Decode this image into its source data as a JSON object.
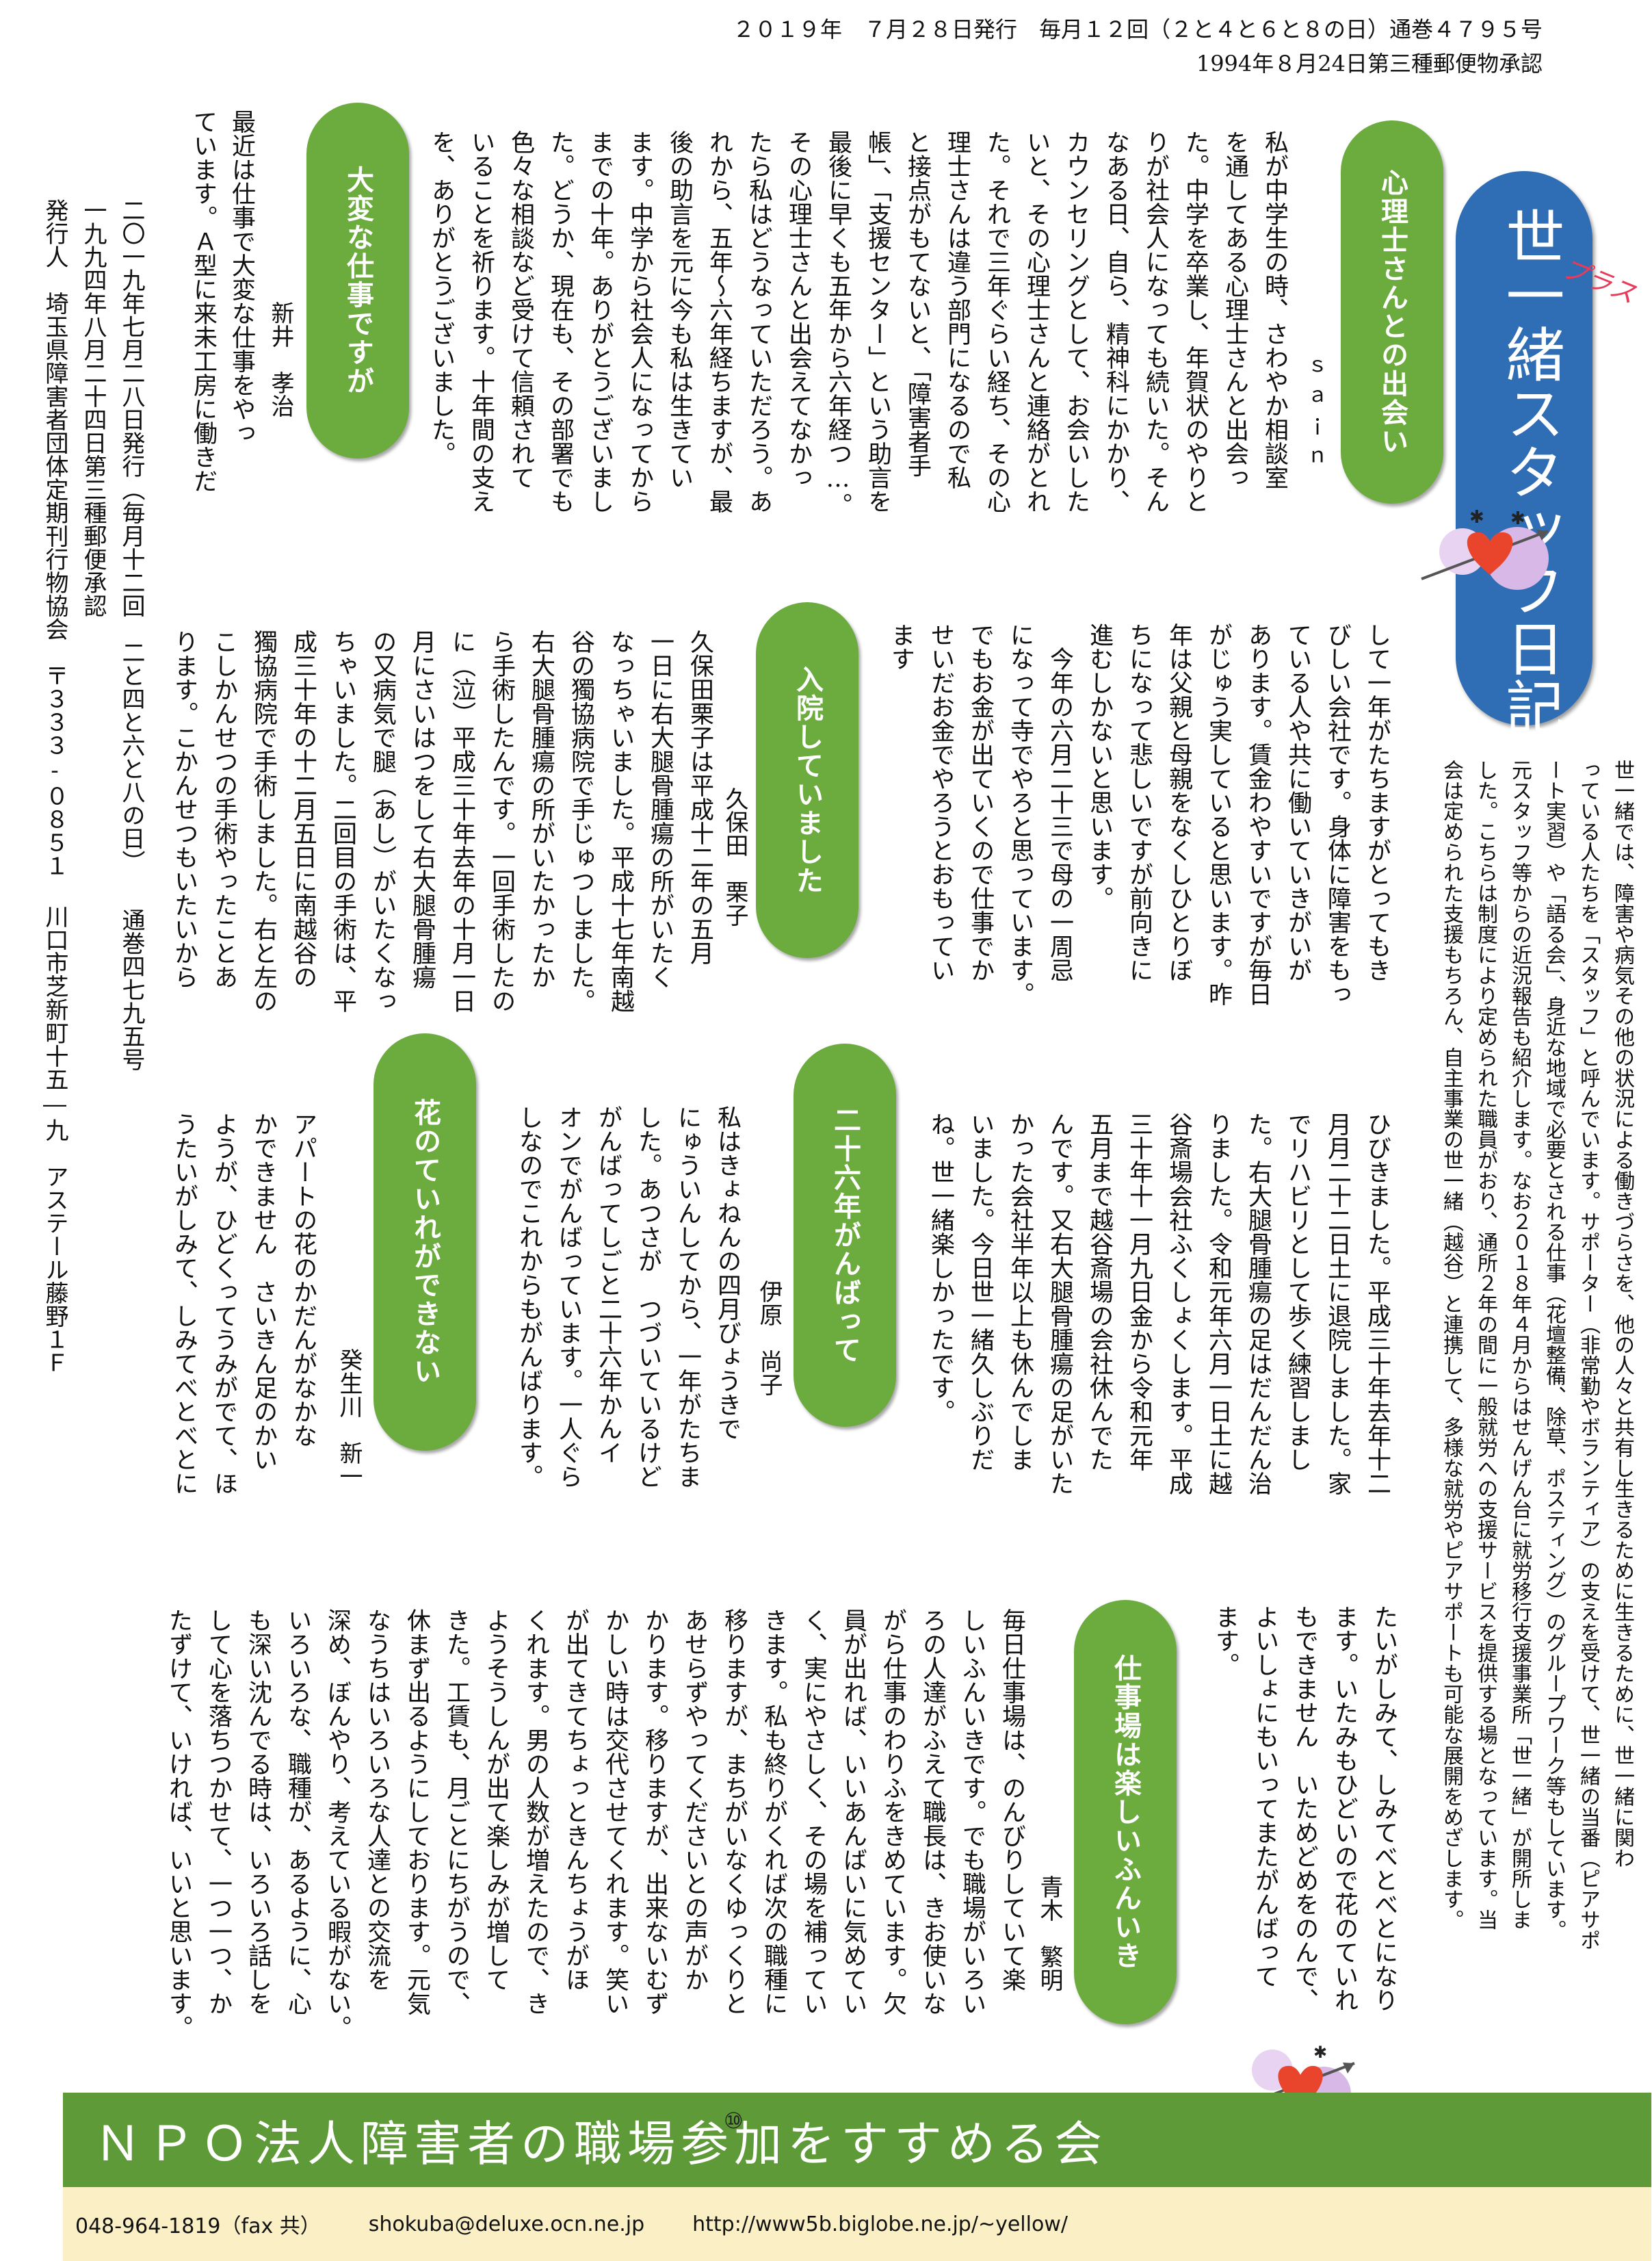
{
  "header": {
    "line1": "２０１９年　７月２８日発行　毎月１２回（２と４と６と８の日）通巻４７９５号",
    "line2": "1994年８月24日第三種郵便物承認"
  },
  "masthead": {
    "title": "世一緒スタッフ日記",
    "plus": "プラス",
    "bg": "#2f6eb5"
  },
  "intro": {
    "columns": [
      "世一緒では、障害や病気その他の状況による働きづらさを、他の人々と共有し生きるために生きるために、世一緒に関わ",
      "っている人たちを「スタッフ」と呼んでいます。サポーター（非常勤やボランティア）の支えを受けて、世一緒の当番（ピアサポ",
      "ート実習）や「語る会」、身近な地域で必要とされる仕事（花壇整備、除草、ポスティング）のグループワーク等もしています。",
      "元スタッフ等からの近況報告も紹介します。なお２０１８年４月からはせんげん台に就労移行支援事業所「世一緒」が開所しま",
      "した。こちらは制度により定められた職員がおり、通所２年の間に一般就労への支援サービスを提供する場となっています。当",
      "会は定められた支援もちろん、自主事業の世一緒（越谷）と連携して、多様な就労やピアサポートも可能な展開をめざします。"
    ]
  },
  "articles": {
    "counselor": {
      "title": "心理士さんとの出会い",
      "author": "ｓａｉｎ",
      "columns": [
        "私が中学生の時、さわやか相談室",
        "を通してある心理士さんと出会っ",
        "た。中学を卒業し、年賀状のやりと",
        "りが社会人になっても続いた。そん",
        "なある日、自ら、精神科にかかり、",
        "カウンセリングとして、お会いした",
        "いと、その心理士さんと連絡がとれ",
        "た。それで三年ぐらい経ち、その心",
        "理士さんは違う部門になるので私",
        "と接点がもてないと、「障害者手",
        "帳」、「支援センター」という助言を",
        "最後に早くも五年から六年経つ…。",
        "その心理士さんと出会えてなかっ",
        "たら私はどうなっていただろう。あ",
        "れから、五年〜六年経ちますが、最",
        "後の助言を元に今も私は生きてい",
        "ます。中学から社会人になってから",
        "までの十年。ありがとうございまし",
        "た。どうか、現在も、その部署でも",
        "色々な相談など受けて信頼されて",
        "いることを祈ります。十年間の支え",
        "を、ありがとうございました。"
      ]
    },
    "hard_work": {
      "title": "大変な仕事ですが",
      "author": "新井　孝治",
      "columns": [
        "最近は仕事で大変な仕事をやっ",
        "ています。Ａ型に来未工房に働きだ"
      ]
    },
    "hospital": {
      "title": "入院していました",
      "author": "久保田　栗子",
      "columns_right": [
        "して一年がたちますがとってもき",
        "びしい会社です。身体に障害をもっ",
        "ている人や共に働いていきがいが",
        "あります。賃金わやすいですが毎日",
        "がじゅう実していると思います。昨",
        "年は父親と母親をなくしひとりぼ",
        "ちになって悲しいですが前向きに",
        "進むしかないと思います。",
        "　今年の六月二十三で母の一周忌",
        "になって寺でやろと思っています。",
        "でもお金が出ていくので仕事でか",
        "せいだお金でやろうとおもってい",
        "ます"
      ],
      "columns_left": [
        "久保田栗子は平成十二年の五月",
        "一日に右大腿骨腫瘍の所がいたく",
        "なっちゃいました。平成十七年南越",
        "谷の獨協病院で手じゅつしました。",
        "右大腿骨腫瘍の所がいたかったか",
        "ら手術したんです。一回手術したの",
        "に（泣）平成三十年去年の十月一日",
        "月にさいはつをして右大腿骨腫瘍",
        "の又病気で腿（あし）がいたくなっ",
        "ちゃいました。二回目の手術は、平",
        "成三十年の十二月五日に南越谷の",
        "獨協病院で手術しました。右と左の",
        "こしかんせつの手術やったことあ",
        "ります。こかんせつもいたいから"
      ]
    },
    "hospital_cont": {
      "columns": [
        "ひびきました。平成三十年去年十二",
        "月月二十二日土に退院しました。家",
        "でリハビリとして歩く練習しまし",
        "た。右大腿骨腫瘍の足はだんだん治",
        "りました。令和元年六月一日土に越",
        "谷斎場会社ふくしょくします。平成",
        "三十年十一月九日金から令和元年",
        "五月まで越谷斎場の会社休んでた",
        "んです。又右大腿骨腫瘍の足がいた",
        "かった会社半年以上も休んでしま",
        "いました。今日世一緒久しぶりだ",
        "ね。世一緒楽しかったです。"
      ]
    },
    "twentysix": {
      "title": "二十六年がんばって",
      "author": "伊原　尚子",
      "columns": [
        "私はきょねんの四月びょうきで",
        "にゅういんしてから、一年がたちま",
        "した。あつさが　つづいているけど",
        "がんばってしごと二十六年かんイ",
        "オンでがんばっています。一人ぐら",
        "しなのでこれからもがんばります。"
      ]
    },
    "flowers": {
      "title": "花のていれができない",
      "author": "癸生川　新一",
      "columns": [
        "アパートの花のかだんがなかな",
        "かできません　さいきん足のかい",
        "ようが、ひどくってうみがでて、ほ",
        "うたいがしみて、しみてべとべとに"
      ]
    },
    "workplace": {
      "title": "仕事場は楽しいふんいき",
      "author": "青木　繁明",
      "columns_right": [
        "たいがしみて、しみてべとべとになり",
        "ます。いたみもひどいので花のていれ",
        "もできません　いためどめをのんで、",
        "よいしょにもいってまたがんばって",
        "ます。"
      ],
      "columns": [
        "毎日仕事場は、のんびりしていて楽",
        "しいふんいきです。でも職場がいろい",
        "ろの人達がふえて職長は、きお使いな",
        "がら仕事のわりふをきめています。欠",
        "員が出れば、いいあんばいに気めてい",
        "く、実にやさしく、その場を補ってい",
        "きます。私も終りがくれば次の職種に",
        "移りますが、まちがいなくゆっくりと",
        "あせらずやってくださいとの声がか",
        "かります。移りますが、出来ないむず",
        "かしい時は交代させてくれます。笑い",
        "が出てきてちょっときんちょうがほ",
        "くれます。男の人数が増えたので、き",
        "ようそうしんが出て楽しみが増して",
        "きた。工賃も、月ごとにちがうので、",
        "休まず出るようにしております。元気",
        "なうちはいろいろな人達との交流を",
        "深め、ぼんやり、考えている暇がない。",
        "いろいろな、職種が、あるように、心",
        "も深い沈んでる時は、いろいろ話しを",
        "して心を落ちつかせて、一つ一つ、か",
        "たずけて、いければ、いいと思います。"
      ]
    }
  },
  "publisher": {
    "columns": [
      "二〇一九年七月二八日発行（毎月十二回　二と四と六と八の日）　　通巻四七九五号",
      "一九九四年八月二十四日第三種郵便承認",
      "発行人　埼玉県障害者団体定期刊行物協会　〒３３３-０８５１ 川口市芝新町十五―九　アステール藤野１Ｆ"
    ]
  },
  "footer": {
    "org": "ＮＰＯ法人障害者の職場参加をすすめる会",
    "page_mark": "⑩",
    "phone": "048-964-1819（fax 共）",
    "email": "shokuba@deluxe.ocn.ne.jp",
    "url": "http://www5b.biglobe.ne.jp/~yellow/"
  },
  "colors": {
    "pill_green": "#6cab3e",
    "footer_green": "#5e9a38",
    "contact_bg": "#fbf0c5",
    "masthead_blue": "#2f6eb5"
  }
}
